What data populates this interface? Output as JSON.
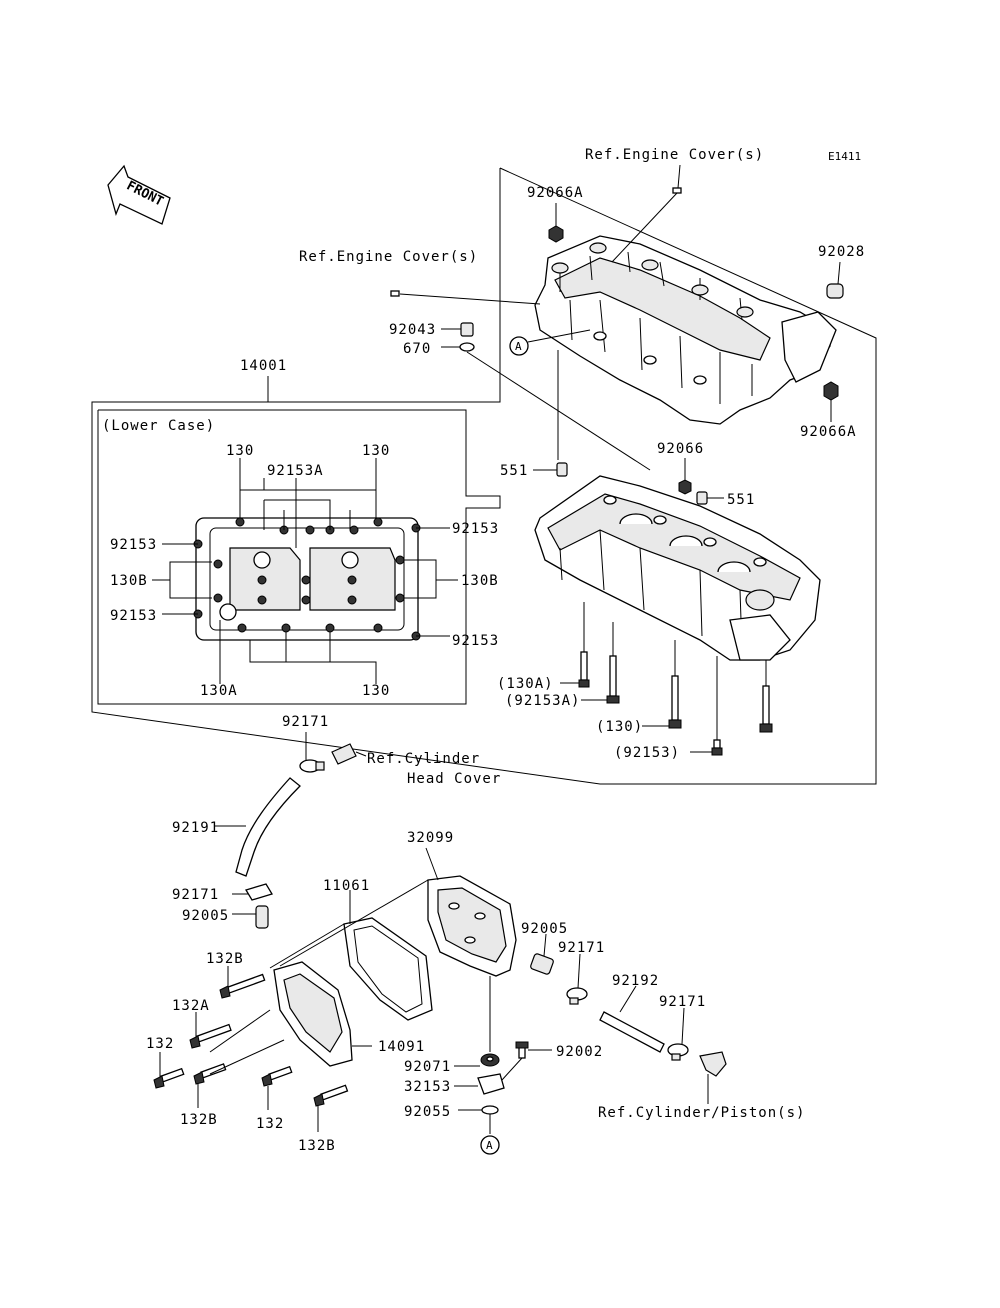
{
  "diagram_id": "E1411",
  "front_label": "FRONT",
  "group_title": "(Lower Case)",
  "refs": {
    "engine_cover_top": "Ref.Engine Cover(s)",
    "engine_cover_left": "Ref.Engine Cover(s)",
    "cyl_head_cover_1": "Ref.Cylinder",
    "cyl_head_cover_2": "Head Cover",
    "cyl_piston": "Ref.Cylinder/Piston(s)"
  },
  "callout_letter": "A",
  "labels": {
    "p92066A_top": "92066A",
    "p92028": "92028",
    "p92043": "92043",
    "p670": "670",
    "p14001": "14001",
    "p92066A_right": "92066A",
    "p92066": "92066",
    "p551_left": "551",
    "p551_right": "551",
    "p130_a": "130",
    "p130_b": "130",
    "p92153A": "92153A",
    "p92153_tl": "92153",
    "p92153_tr": "92153",
    "p130B_l": "130B",
    "p130B_r": "130B",
    "p92153_bl": "92153",
    "p92153_br": "92153",
    "p130A": "130A",
    "p130_bottom": "130",
    "p130A_paren": "(130A)",
    "p92153A_paren": "(92153A)",
    "p130_paren": "(130)",
    "p92153_paren": "(92153)",
    "p92171_top": "92171",
    "p92191": "92191",
    "p32099": "32099",
    "p11061": "11061",
    "p92171_mid": "92171",
    "p92005_l": "92005",
    "p92005_r": "92005",
    "p92171_r": "92171",
    "p92192": "92192",
    "p92171_rr": "92171",
    "p132B_top": "132B",
    "p132A": "132A",
    "p14091": "14091",
    "p132": "132",
    "p92071": "92071",
    "p92002": "92002",
    "p32153": "32153",
    "p92055": "92055",
    "p132B_b1": "132B",
    "p132_b": "132",
    "p132B_b2": "132B"
  }
}
